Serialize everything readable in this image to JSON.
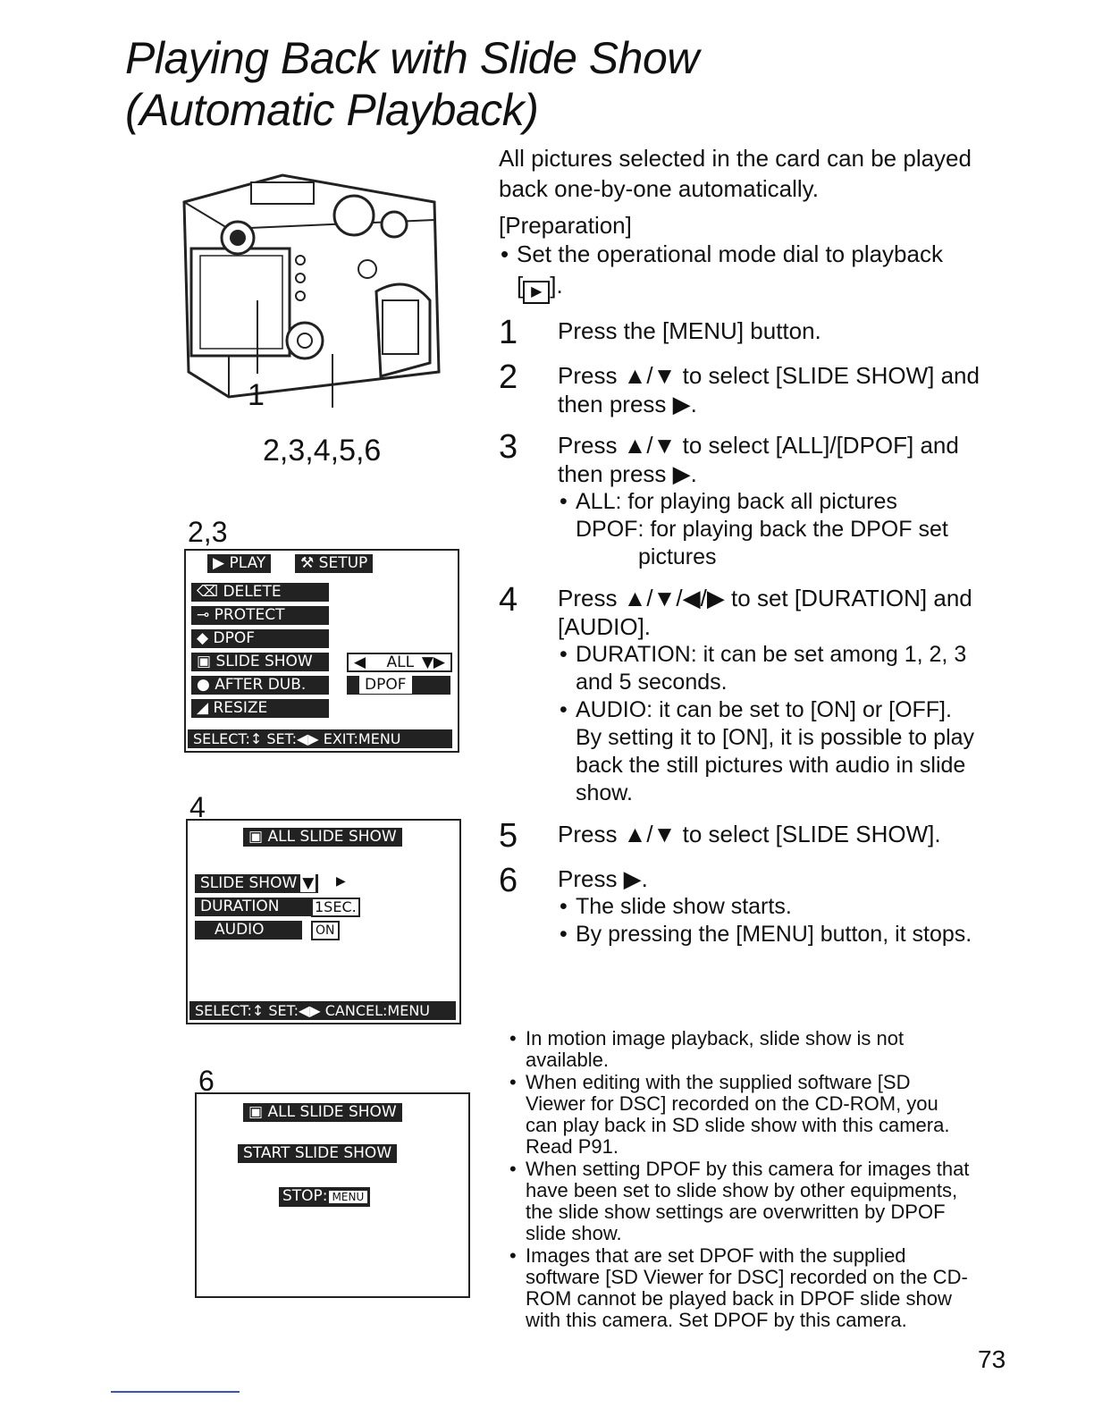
{
  "title": {
    "line1": "Playing Back with Slide Show",
    "line2": "(Automatic Playback)"
  },
  "intro": "All pictures selected in the card can be played back one-by-one automatically.",
  "preparation": {
    "label": "[Preparation]",
    "text": "Set the operational mode dial to playback",
    "icon_open": "[",
    "icon_glyph": "▶",
    "icon_close": "]."
  },
  "steps": [
    {
      "num": "1",
      "text": "Press the [MENU] button."
    },
    {
      "num": "2",
      "text": "Press ▲/▼ to select [SLIDE SHOW] and then press ▶."
    },
    {
      "num": "3",
      "text": "Press ▲/▼ to select [ALL]/[DPOF] and then press ▶.",
      "subs": [
        "ALL: for playing back all pictures"
      ],
      "extra1": "DPOF: for playing back the DPOF set",
      "extra2": "pictures"
    },
    {
      "num": "4",
      "text": "Press ▲/▼/◀/▶ to set [DURATION] and [AUDIO].",
      "subs": [
        "DURATION: it can be set among 1, 2, 3 and 5 seconds.",
        "AUDIO: it can be set to [ON] or [OFF]. By setting it to [ON], it is possible to play back the still pictures with audio in slide show."
      ]
    },
    {
      "num": "5",
      "text": "Press ▲/▼ to select [SLIDE SHOW]."
    },
    {
      "num": "6",
      "text": "Press ▶.",
      "subs": [
        "The slide show starts.",
        "By pressing the [MENU] button, it stops."
      ]
    }
  ],
  "notes": [
    "In motion image playback, slide show is not available.",
    "When editing with the supplied software [SD Viewer for DSC] recorded on the CD-ROM, you can play back in SD slide show with this camera. Read P91.",
    "When setting DPOF by this camera for images that have been set to slide show by other equipments, the slide show settings are overwritten by DPOF slide show.",
    "Images that are set DPOF with the supplied software [SD Viewer for DSC] recorded on the CD-ROM cannot be played back in DPOF slide show with this camera. Set DPOF by this camera."
  ],
  "page_number": "73",
  "camera_callouts": {
    "left": "1",
    "right": "2,3,4,5,6"
  },
  "screen1": {
    "label": "2,3",
    "tab_play": "PLAY",
    "tab_setup": "SETUP",
    "items": [
      "DELETE",
      "PROTECT",
      "DPOF",
      "SLIDE SHOW",
      "AFTER DUB.",
      "RESIZE"
    ],
    "option_all": "ALL",
    "option_dpof": "DPOF",
    "footer": "SELECT:↕  SET:◀▶  EXIT:MENU"
  },
  "screen2": {
    "label": "4",
    "header": "ALL SLIDE SHOW",
    "row1": "SLIDE SHOW",
    "row2": "DURATION",
    "row2_value": "1SEC.",
    "row3": "AUDIO",
    "row3_value": "ON",
    "footer": "SELECT:↕  SET:◀▶ CANCEL:MENU"
  },
  "screen3": {
    "label": "6",
    "header": "ALL SLIDE SHOW",
    "button": "START SLIDE SHOW",
    "stop": "STOP:",
    "stop_key": "MENU"
  }
}
